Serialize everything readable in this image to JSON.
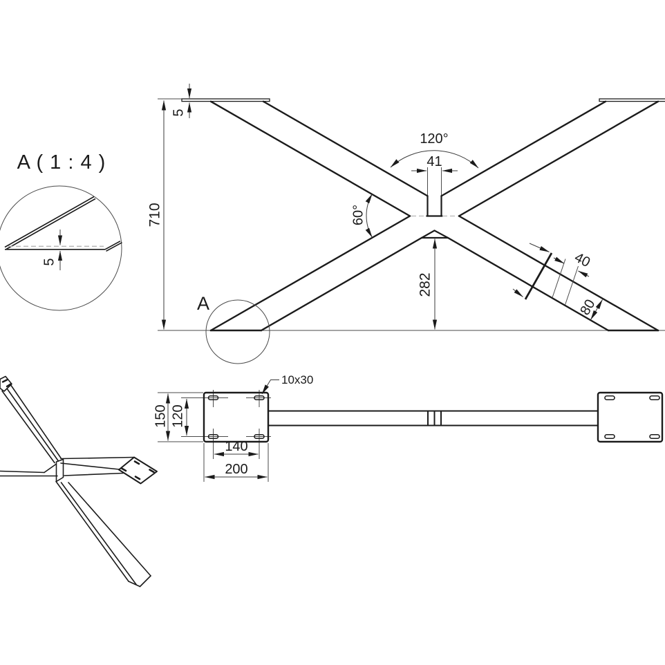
{
  "colors": {
    "background": "#ffffff",
    "part_edges": "#1b1b1b",
    "dimension_lines": "#3a3a3a",
    "hidden_centerline": "#b5b5b5"
  },
  "front_view": {
    "dim_height_total": "710",
    "dim_plate_thickness": "5",
    "dim_top_angle": "120°",
    "dim_strut_width": "41",
    "dim_leg_angle": "60°",
    "dim_vertex_height": "282",
    "dim_cross_width": "40",
    "dim_leg_width": "80",
    "detail_marker": "A"
  },
  "detail_view": {
    "title": "A ( 1 : 4 )",
    "dim_tip_thickness": "5"
  },
  "top_view": {
    "slot_label": "10x30",
    "dim_plate_depth": "150",
    "dim_slot_spacing_vertical": "120",
    "dim_slot_spacing_horizontal": "140",
    "dim_plate_width": "200"
  }
}
